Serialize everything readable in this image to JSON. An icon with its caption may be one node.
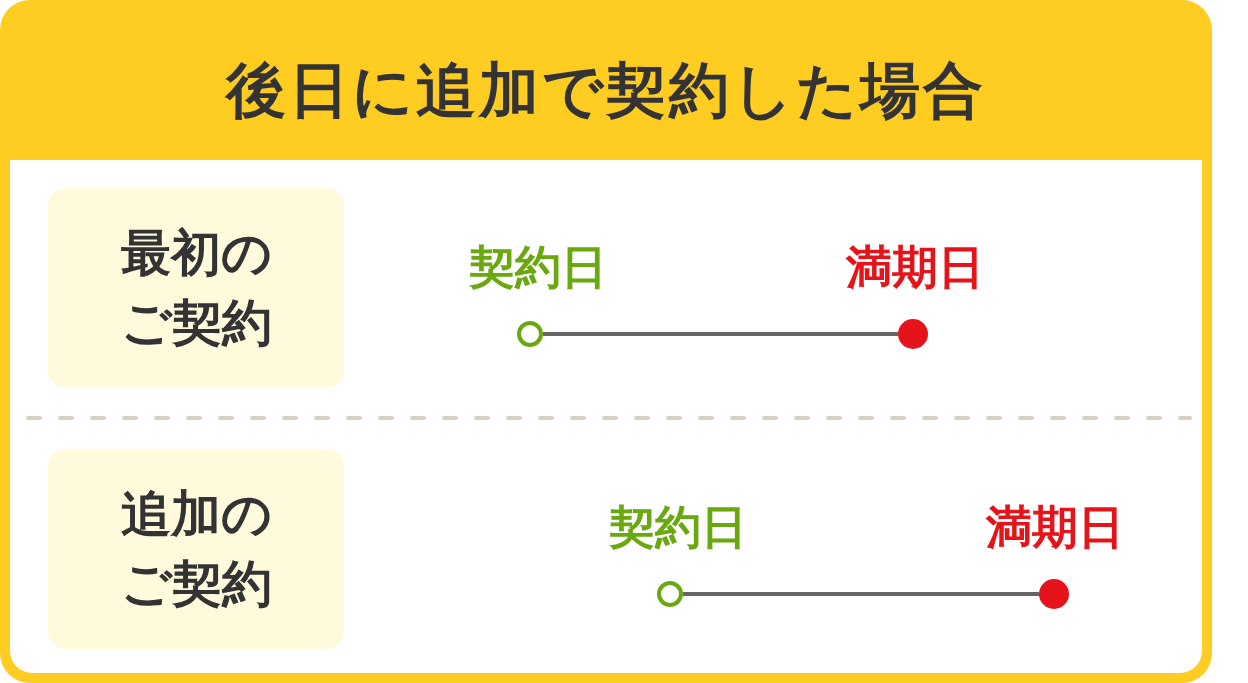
{
  "diagram": {
    "title": "後日に追加で契約した場合",
    "nodes": [
      {
        "text": [
          "最初のご契約"
        ]
      },
      {
        "text": [],
        "shape": "circle",
        "beside": [
          "契約日"
        ]
      },
      {
        "text": [],
        "shape": "circle",
        "beside": [
          "満期日"
        ]
      },
      {
        "text": [
          "追加のご契約"
        ]
      },
      {
        "text": [],
        "shape": "circle",
        "beside": [
          "契約日"
        ]
      },
      {
        "text": [],
        "shape": "circle",
        "beside": [
          "満期日"
        ]
      }
    ],
    "edges": [
      {
        "from": 1,
        "to": 2,
        "arrow": "none"
      },
      {
        "from": 4,
        "to": 5,
        "arrow": "none"
      }
    ]
  }
}
